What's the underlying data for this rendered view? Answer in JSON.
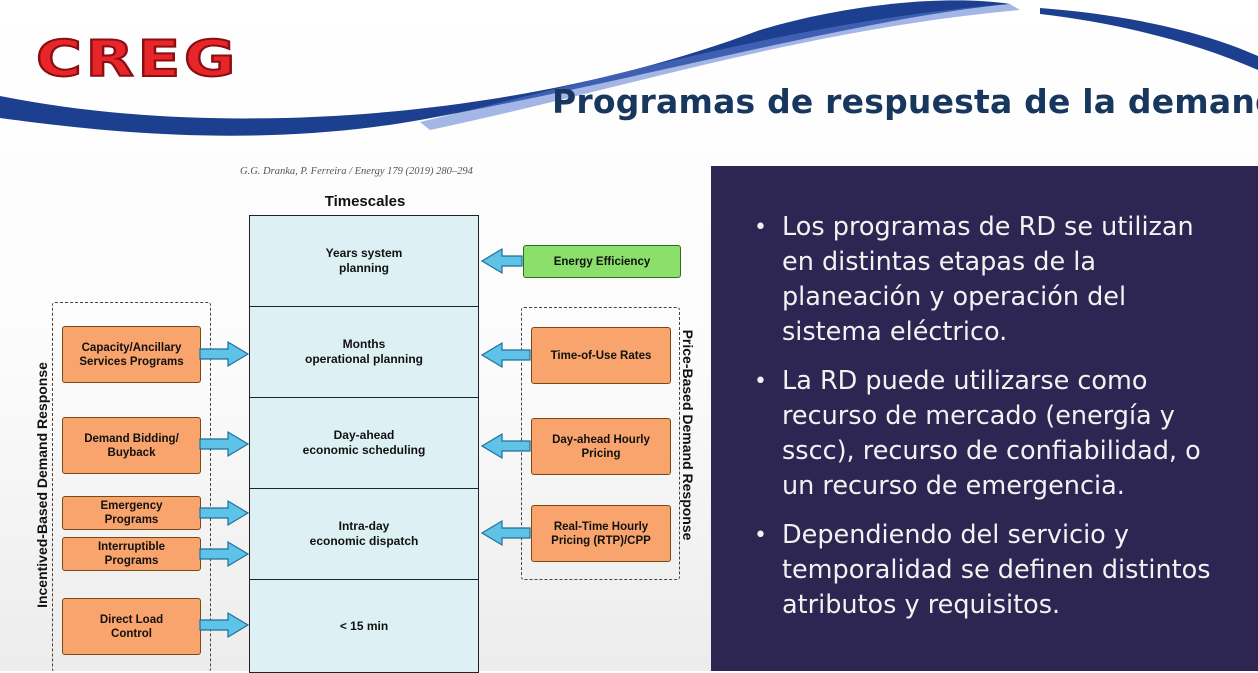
{
  "header": {
    "logo_text": "CREG",
    "title": "Programas de respuesta de la demanda"
  },
  "figure": {
    "citation": "G.G. Dranka, P. Ferreira / Energy 179 (2019) 280–294",
    "timeline_heading": "Timescales",
    "timescales": [
      "Years system\nplanning",
      "Months\noperational planning",
      "Day-ahead\neconomic scheduling",
      "Intra-day\neconomic dispatch",
      "< 15 min"
    ],
    "left_group_label": "Incentived-Based Demand Response",
    "right_group_label": "Price-Based Demand Response",
    "left_programs": [
      "Capacity/Ancillary\nServices Programs",
      "Demand Bidding/\nBuyback",
      "Emergency\nPrograms",
      "Interruptible\nPrograms",
      "Direct Load\nControl"
    ],
    "right_programs": [
      "Energy Efficiency",
      "Time-of-Use Rates",
      "Day-ahead Hourly\nPricing",
      "Real-Time Hourly\nPricing (RTP)/CPP"
    ],
    "colors": {
      "timescale_fill": "#ddf0f3",
      "program_fill": "#f8a46c",
      "efficiency_fill": "#8ae06a",
      "arrow_fill": "#5fc3e8"
    }
  },
  "panel": {
    "background": "#2d2552",
    "bullets": [
      "Los programas de RD se utilizan en distintas etapas de la planeación y operación del sistema eléctrico.",
      "La RD puede utilizarse como recurso de mercado (energía y sscc), recurso de confiabilidad, o un recurso de emergencia.",
      "Dependiendo del servicio y temporalidad se definen distintos atributos y requisitos."
    ]
  }
}
